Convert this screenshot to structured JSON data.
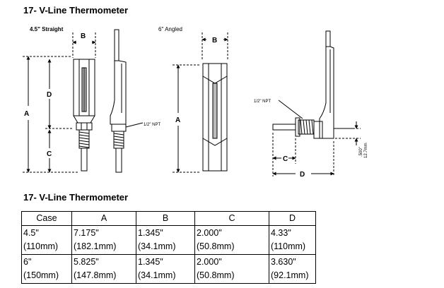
{
  "section_title": "17- V-Line Thermometer",
  "table_title": "17- V-Line Thermometer",
  "drawing": {
    "straight_label": "4.5\" Straight",
    "angled_label": "6\" Angled",
    "label_a_1": "A",
    "label_b_1": "B",
    "label_c_1": "C",
    "label_d_1": "D",
    "npt_1": "1/2\" NPT",
    "label_a_2": "A",
    "label_b_2": "B",
    "label_c_2": "C",
    "label_d_2": "D",
    "npt_2": "1/2\" NPT",
    "offset_in": ".500\"",
    "offset_mm": "12.7mm"
  },
  "table": {
    "headers": [
      "Case",
      "A",
      "B",
      "C",
      "D"
    ],
    "rows": [
      [
        {
          "in": "4.5\"",
          "mm": "(110mm)"
        },
        {
          "in": "7.175\"",
          "mm": "(182.1mm)"
        },
        {
          "in": "1.345\"",
          "mm": "(34.1mm)"
        },
        {
          "in": "2.000\"",
          "mm": "(50.8mm)"
        },
        {
          "in": "4.33\"",
          "mm": "(110mm)"
        }
      ],
      [
        {
          "in": "6\"",
          "mm": "(150mm)"
        },
        {
          "in": "5.825\"",
          "mm": "(147.8mm)"
        },
        {
          "in": "1.345\"",
          "mm": "(34.1mm)"
        },
        {
          "in": "2.000\"",
          "mm": "(50.8mm)"
        },
        {
          "in": "3.630\"",
          "mm": "(92.1mm)"
        }
      ]
    ]
  }
}
